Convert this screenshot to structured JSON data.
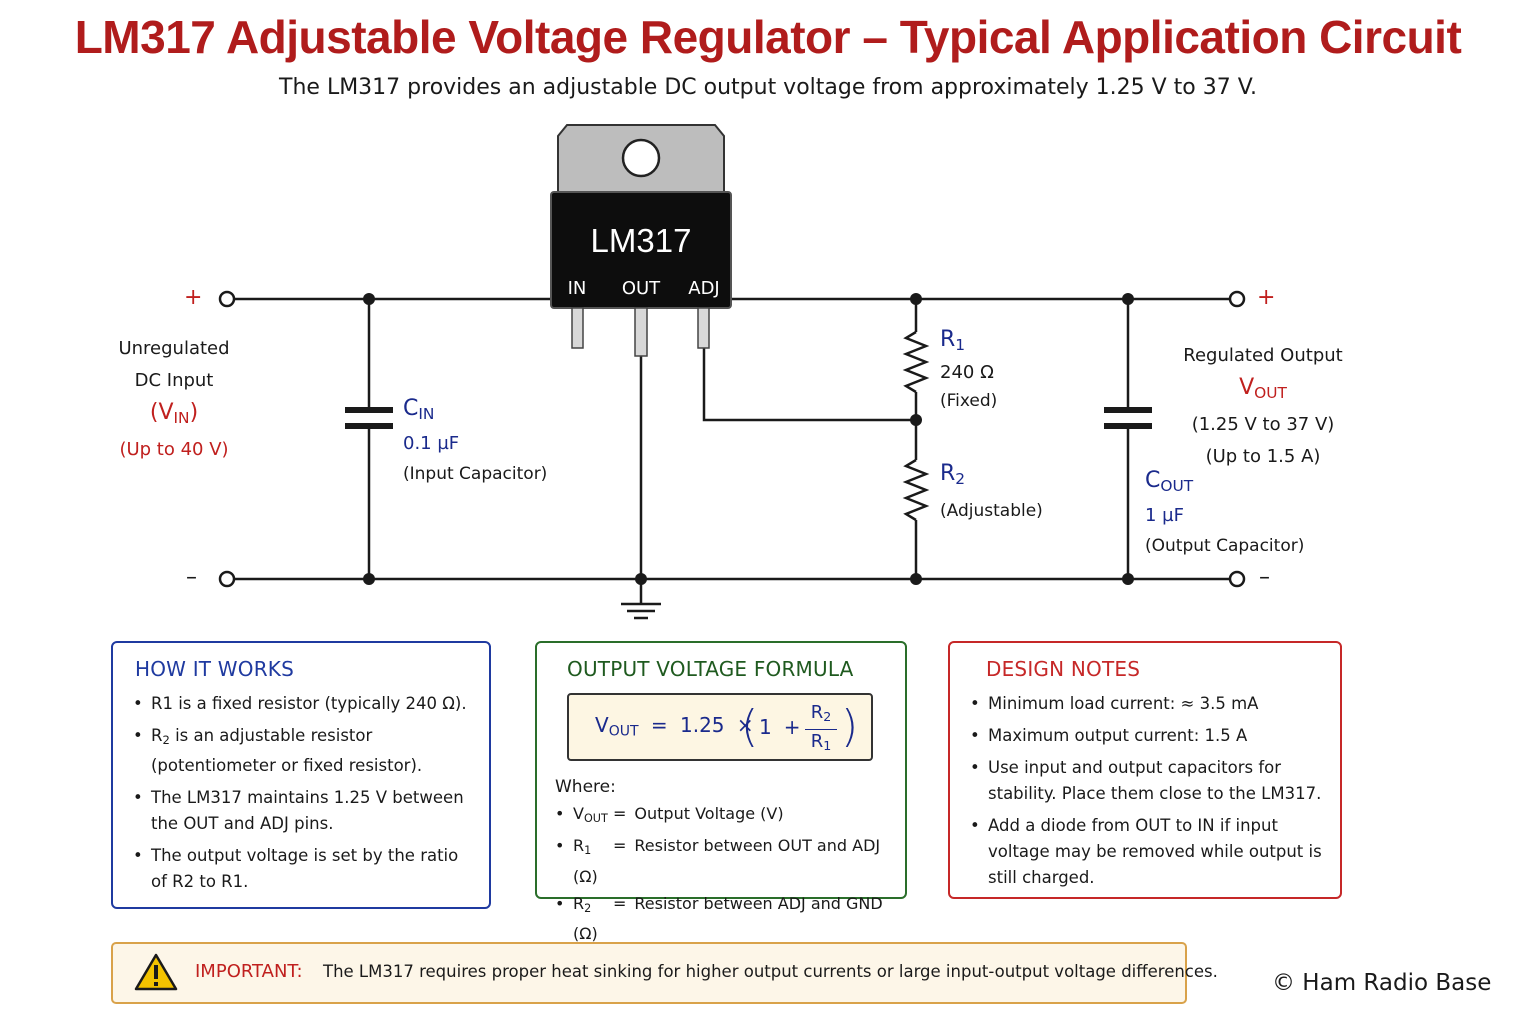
{
  "title": "LM317 Adjustable Voltage Regulator – Typical Application Circuit",
  "subtitle": "The LM317 provides an adjustable DC output voltage from approximately 1.25 V to 37 V.",
  "regulator": {
    "name": "LM317",
    "pin_in": "IN",
    "pin_out": "OUT",
    "pin_adj": "ADJ"
  },
  "terminals": {
    "plus": "+",
    "minus": "–"
  },
  "input": {
    "line1": "Unregulated",
    "line2": "DC Input",
    "symbol": "V",
    "symbol_sub": "IN",
    "range": "(Up to 40 V)"
  },
  "cin": {
    "symbol": "C",
    "symbol_sub": "IN",
    "value": "0.1 µF",
    "desc": "(Input Capacitor)"
  },
  "r1": {
    "symbol": "R",
    "symbol_sub": "1",
    "value": "240 Ω",
    "desc": "(Fixed)"
  },
  "r2": {
    "symbol": "R",
    "symbol_sub": "2",
    "desc": "(Adjustable)"
  },
  "output": {
    "title": "Regulated Output",
    "symbol": "V",
    "symbol_sub": "OUT",
    "range": "(1.25 V to 37 V)",
    "current": "(Up to 1.5 A)"
  },
  "cout": {
    "symbol": "C",
    "symbol_sub": "OUT",
    "value": "1 µF",
    "desc": "(Output Capacitor)"
  },
  "how_it_works": {
    "heading": "HOW IT WORKS",
    "bullets": [
      {
        "pre": "R1 is a fixed resistor (typically 240 Ω).",
        "sub": "",
        "post": ""
      },
      {
        "pre": "R",
        "sub": "2",
        "post": " is an adjustable resistor (potentiometer or fixed resistor)."
      },
      {
        "pre": "The LM317 maintains 1.25 V between the OUT and ADJ pins.",
        "sub": "",
        "post": ""
      },
      {
        "pre": "The output voltage is set by the ratio of R2 to R1.",
        "sub": "",
        "post": ""
      }
    ]
  },
  "formula": {
    "heading": "OUTPUT VOLTAGE FORMULA",
    "lhs": "V",
    "lhs_sub": "OUT",
    "eq": "=",
    "const": "1.25",
    "times": "×",
    "one": "1",
    "plus": "+",
    "num": "R",
    "num_sub": "2",
    "den": "R",
    "den_sub": "1",
    "where": "Where:",
    "defs": [
      {
        "sym": "V",
        "sub": "OUT",
        "eq": "=",
        "text": "Output Voltage (V)"
      },
      {
        "sym": "R",
        "sub": "1",
        "eq": "=",
        "text": "Resistor between OUT and ADJ (Ω)"
      },
      {
        "sym": "R",
        "sub": "2",
        "eq": "=",
        "text": "Resistor between ADJ and GND (Ω)"
      }
    ]
  },
  "design_notes": {
    "heading": "DESIGN NOTES",
    "bullets": [
      "Minimum load current: ≈ 3.5 mA",
      "Maximum output current: 1.5 A",
      "Use input and output capacitors for stability. Place them close to the LM317.",
      "Add a diode from OUT to IN if input voltage may be removed while output is still charged."
    ]
  },
  "important": {
    "label": "IMPORTANT:",
    "text": "The LM317 requires proper heat sinking for higher output currents or large input-output voltage differences."
  },
  "copyright": "© Ham Radio Base",
  "colors": {
    "title": "#b01c1c",
    "red": "#c0201e",
    "blue": "#1a2a8c",
    "green": "#1f5a1f",
    "warning": "#f2c200"
  },
  "icons": {
    "warning": "warning-triangle-icon",
    "ground": "ground-symbol"
  }
}
